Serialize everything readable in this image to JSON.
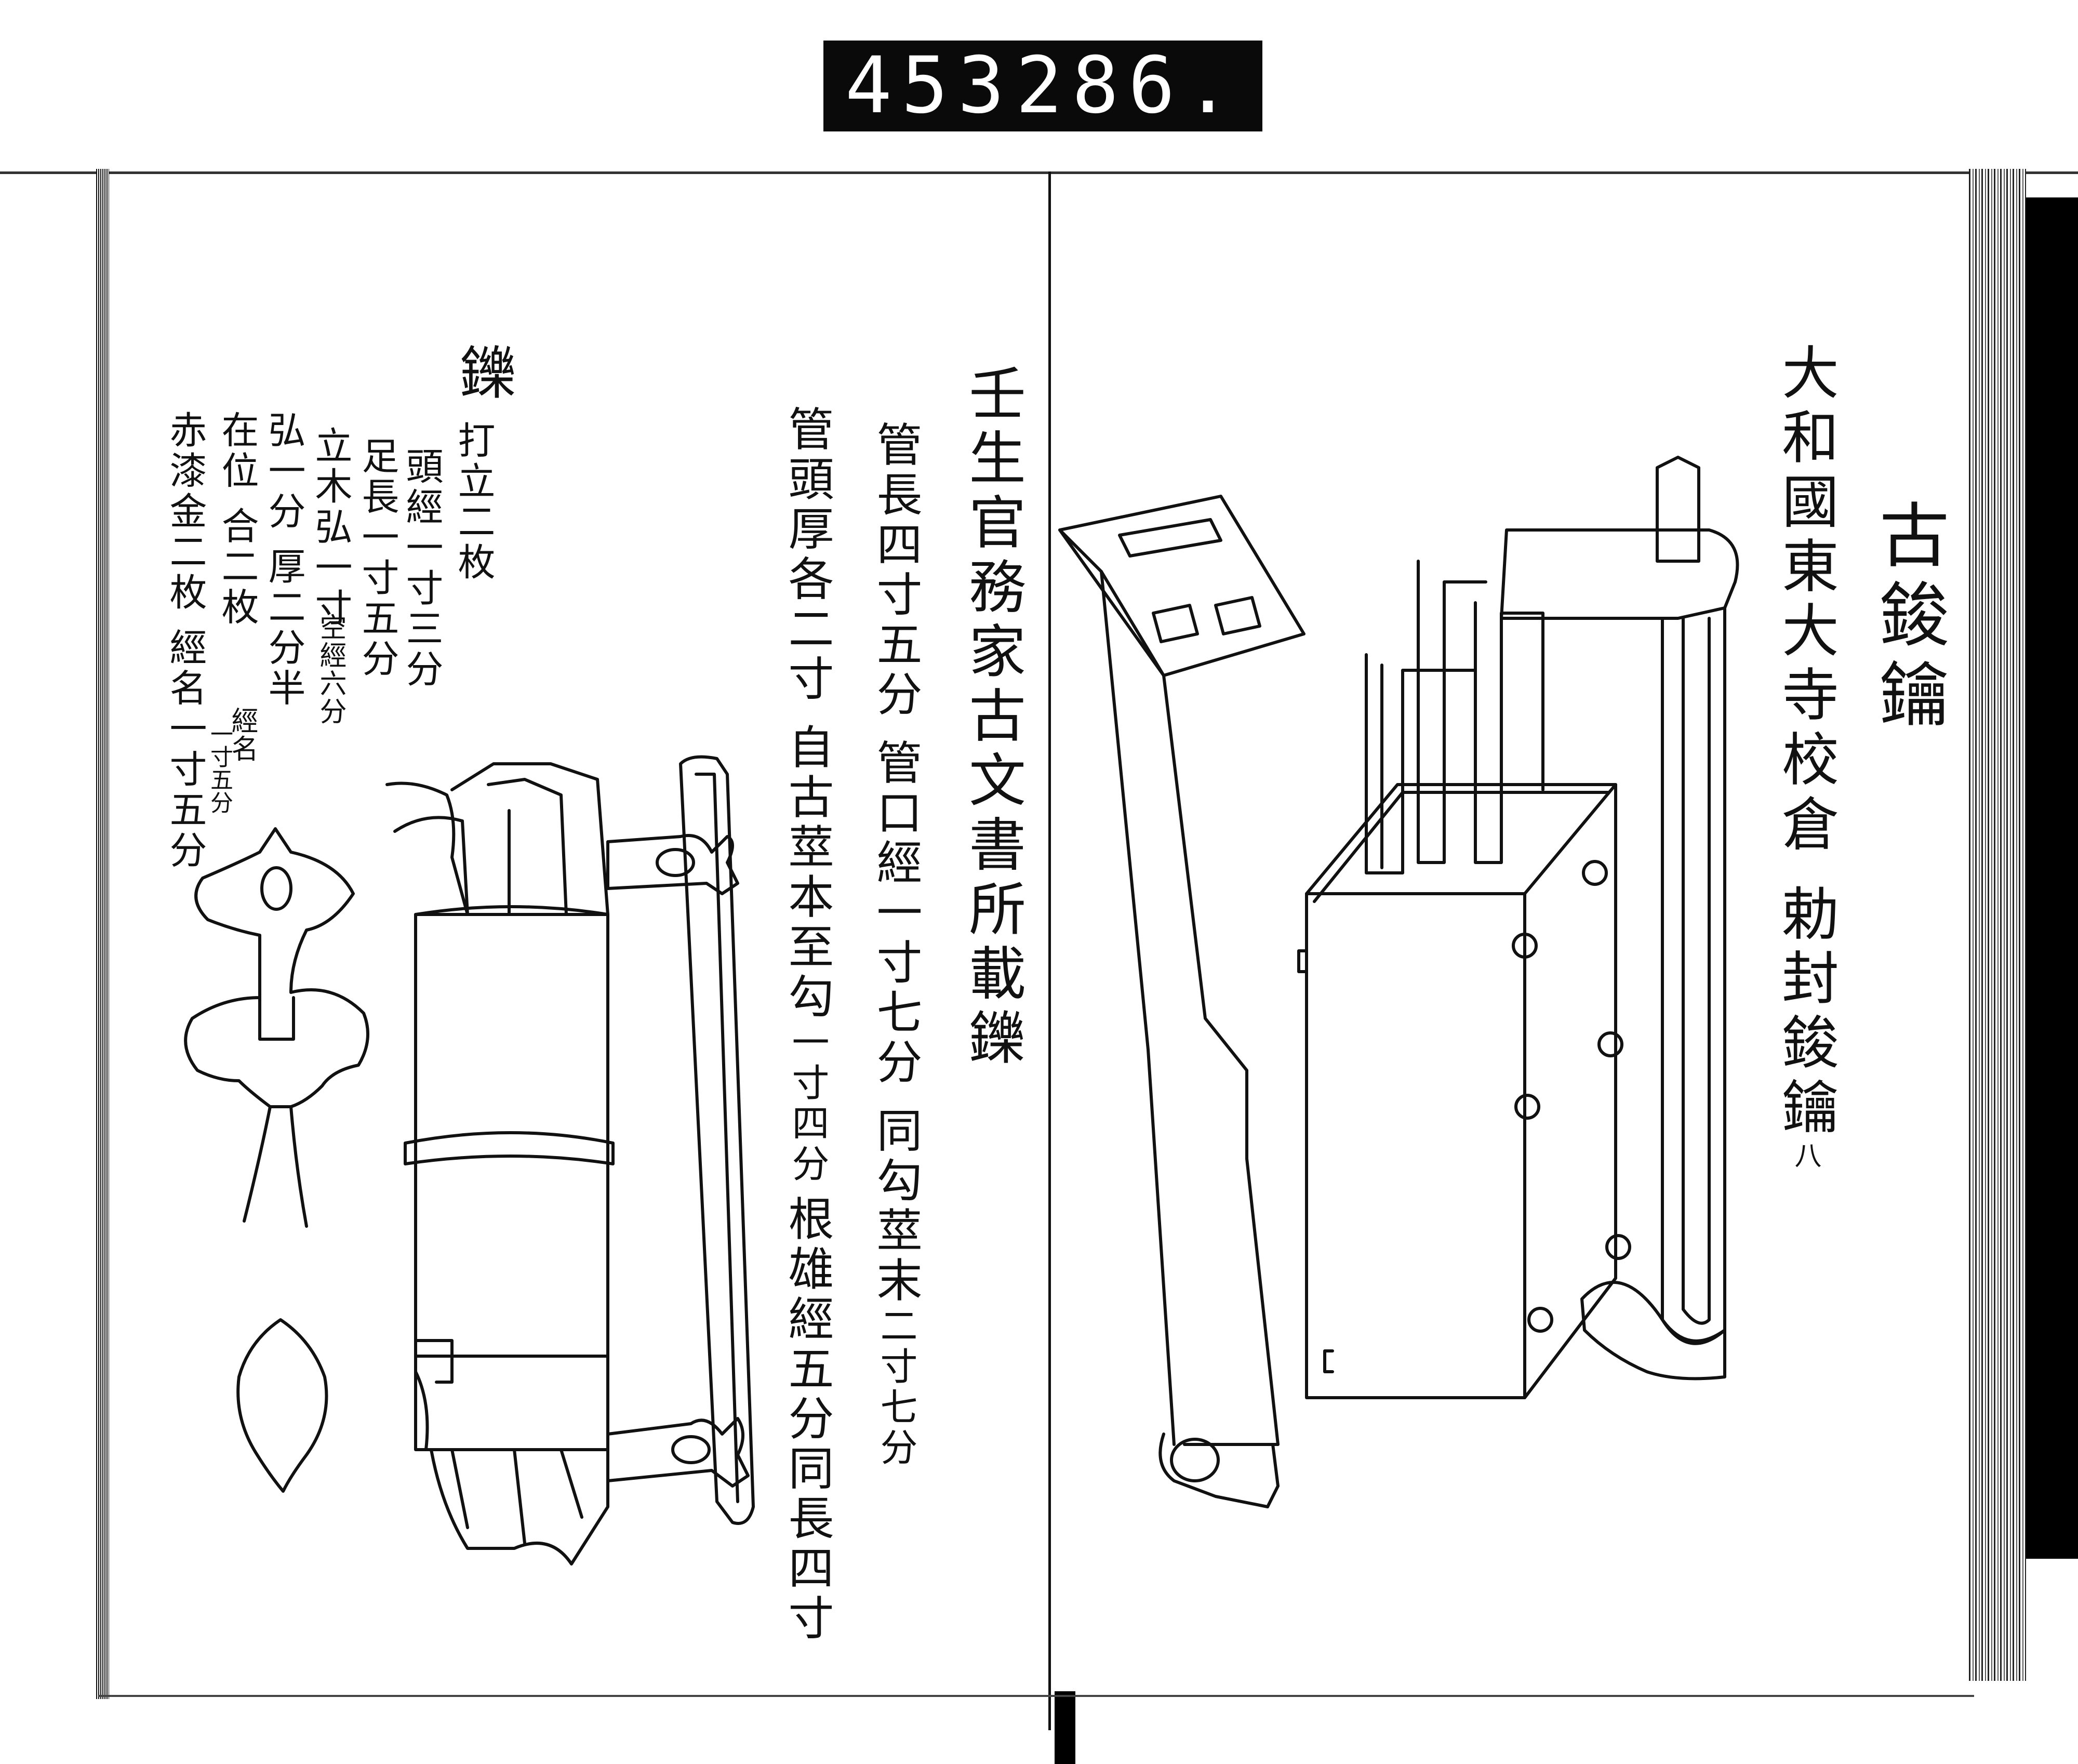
{
  "catalog_number": {
    "left": "453",
    "right": "286."
  },
  "right_page": {
    "title": "古鋑鑰",
    "subtitle": "大和國東大寺校倉 勅封鋑鑰",
    "subtitle_suffix": "八"
  },
  "left_page": {
    "heading": "壬生官務家古文書所載鑠",
    "measure_1": "管長四寸五分 管口經一寸七分 同勾莖末",
    "measure_1_small": "二寸七分",
    "measure_2": "管頭厚各二寸 自古莖本至勾",
    "measure_2_small": "一寸四分",
    "measure_2_tail": "根雄經五分同長四寸",
    "item": "鑠",
    "item_note": "打立二枚",
    "spec_1": "頭經一寸三分",
    "spec_2": "足長一寸五分",
    "spec_3a": "立木弘一寸",
    "spec_3b": "空經六分",
    "spec_4": "弘一分 厚二分半",
    "spec_5a": "在位 合二枚",
    "spec_5b": "經名",
    "spec_5c": "一寸五分",
    "spec_6": "赤漆金二枚 經名一寸五分"
  }
}
